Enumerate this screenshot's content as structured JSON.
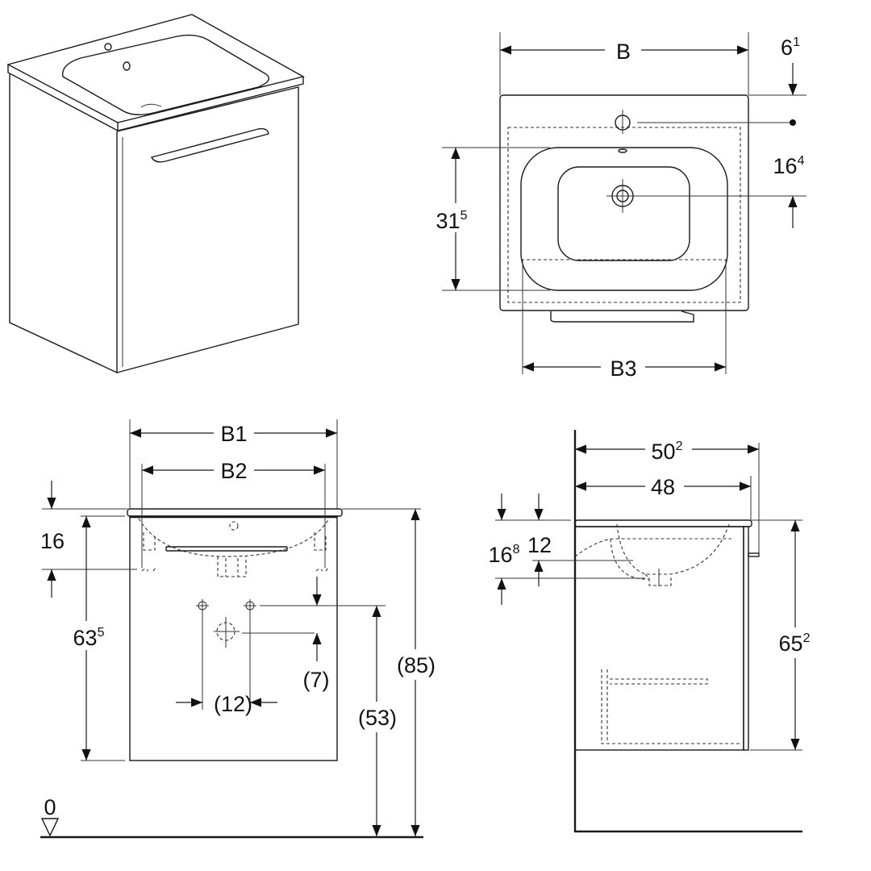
{
  "drawing": {
    "views": [
      "isometric-view",
      "plan-view",
      "front-view",
      "side-view"
    ],
    "plan_view": {
      "width_label": {
        "base": "B",
        "sup": ""
      },
      "tap_offset": {
        "base": "6",
        "sup": "1"
      },
      "drain_offset": {
        "base": "16",
        "sup": "4"
      },
      "basin_depth": {
        "base": "31",
        "sup": "5"
      },
      "basin_width_label": {
        "base": "B3",
        "sup": ""
      }
    },
    "front_view": {
      "overall_width_label": {
        "base": "B1",
        "sup": ""
      },
      "cabinet_width_label": {
        "base": "B2",
        "sup": ""
      },
      "siphon_depth": {
        "base": "16",
        "sup": ""
      },
      "cabinet_height": {
        "base": "63",
        "sup": "5"
      },
      "connection_offset": {
        "base": "(7)",
        "sup": ""
      },
      "connection_spacing": {
        "base": "(12)",
        "sup": ""
      },
      "connection_height": {
        "base": "(53)",
        "sup": ""
      },
      "overall_height": {
        "base": "(85)",
        "sup": ""
      },
      "floor_level": {
        "base": "0",
        "sup": ""
      }
    },
    "side_view": {
      "overall_depth": {
        "base": "50",
        "sup": "2"
      },
      "cabinet_depth": {
        "base": "48",
        "sup": ""
      },
      "basin_depth_outer": {
        "base": "16",
        "sup": "8"
      },
      "basin_depth_inner": {
        "base": "12",
        "sup": ""
      },
      "cabinet_height": {
        "base": "65",
        "sup": "2"
      }
    }
  }
}
